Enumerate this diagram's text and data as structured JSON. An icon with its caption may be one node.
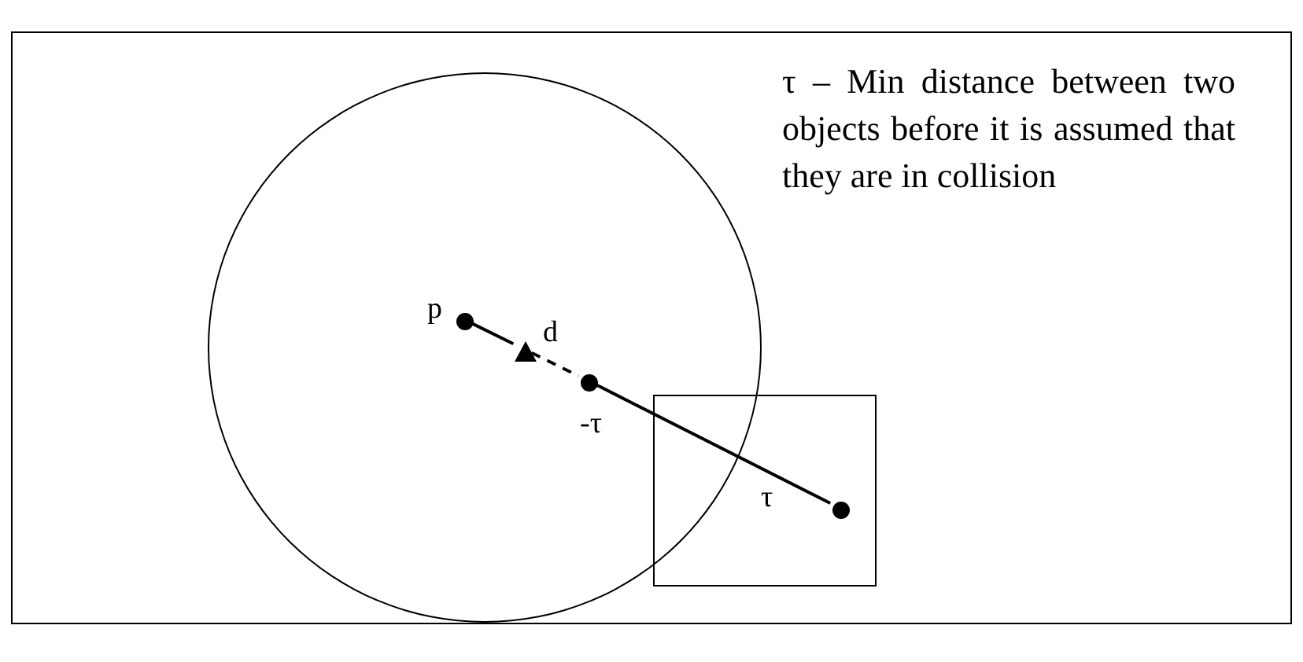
{
  "diagram": {
    "nodes": [
      {
        "text": [],
        "shape": "circle"
      },
      {
        "text": [],
        "shape": "box"
      },
      {
        "text": [],
        "shape": "dot",
        "beside": [
          "p"
        ],
        "in": 0
      },
      {
        "text": [],
        "shape": "triangle",
        "beside": [
          "d"
        ],
        "in": 0
      },
      {
        "text": [],
        "shape": "dot",
        "beside": [
          "-τ"
        ],
        "in": 0
      },
      {
        "text": [],
        "shape": "dot",
        "beside": [
          "τ"
        ],
        "in": 1
      }
    ],
    "edges": [
      {
        "from": 2,
        "to": 3,
        "arrow": "none"
      },
      {
        "from": 3,
        "to": 4,
        "arrow": "none",
        "style": "dashed"
      },
      {
        "from": 4,
        "to": 5,
        "arrow": "none"
      }
    ],
    "labels": [
      "τ – Min distance between two objects before it is assumed that they are in collision"
    ]
  }
}
